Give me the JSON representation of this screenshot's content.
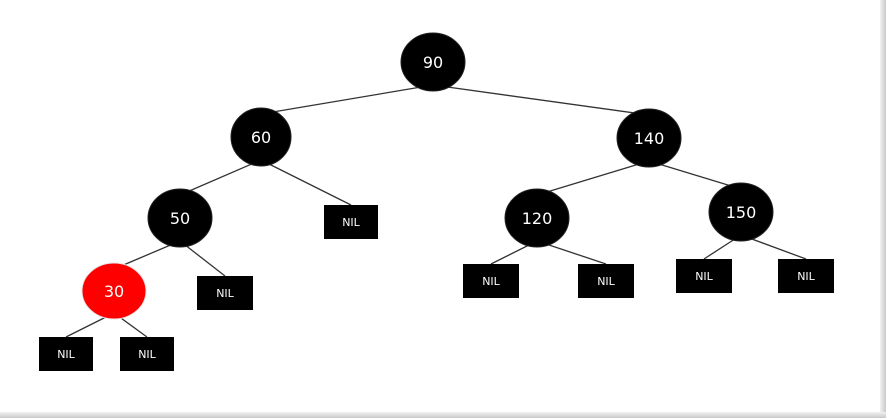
{
  "colors": {
    "black_node": "#000000",
    "red_node": "#ff0000",
    "node_text": "#ffffff",
    "edge": "#333333",
    "background": "#ffffff"
  },
  "tree": {
    "nodes": [
      {
        "id": "n90",
        "label": "90",
        "kind": "node",
        "color": "black"
      },
      {
        "id": "n60",
        "label": "60",
        "kind": "node",
        "color": "black"
      },
      {
        "id": "n140",
        "label": "140",
        "kind": "node",
        "color": "black"
      },
      {
        "id": "n50",
        "label": "50",
        "kind": "node",
        "color": "black"
      },
      {
        "id": "n120",
        "label": "120",
        "kind": "node",
        "color": "black"
      },
      {
        "id": "n150",
        "label": "150",
        "kind": "node",
        "color": "black"
      },
      {
        "id": "n30",
        "label": "30",
        "kind": "node",
        "color": "red"
      },
      {
        "id": "nil60r",
        "label": "NIL",
        "kind": "nil"
      },
      {
        "id": "nil50r",
        "label": "NIL",
        "kind": "nil"
      },
      {
        "id": "nil30l",
        "label": "NIL",
        "kind": "nil"
      },
      {
        "id": "nil30r",
        "label": "NIL",
        "kind": "nil"
      },
      {
        "id": "nil120l",
        "label": "NIL",
        "kind": "nil"
      },
      {
        "id": "nil120r",
        "label": "NIL",
        "kind": "nil"
      },
      {
        "id": "nil150l",
        "label": "NIL",
        "kind": "nil"
      },
      {
        "id": "nil150r",
        "label": "NIL",
        "kind": "nil"
      }
    ],
    "edges": [
      [
        "n90",
        "n60"
      ],
      [
        "n90",
        "n140"
      ],
      [
        "n60",
        "n50"
      ],
      [
        "n60",
        "nil60r"
      ],
      [
        "n140",
        "n120"
      ],
      [
        "n140",
        "n150"
      ],
      [
        "n50",
        "n30"
      ],
      [
        "n50",
        "nil50r"
      ],
      [
        "n30",
        "nil30l"
      ],
      [
        "n30",
        "nil30r"
      ],
      [
        "n120",
        "nil120l"
      ],
      [
        "n120",
        "nil120r"
      ],
      [
        "n150",
        "nil150l"
      ],
      [
        "n150",
        "nil150r"
      ]
    ]
  }
}
